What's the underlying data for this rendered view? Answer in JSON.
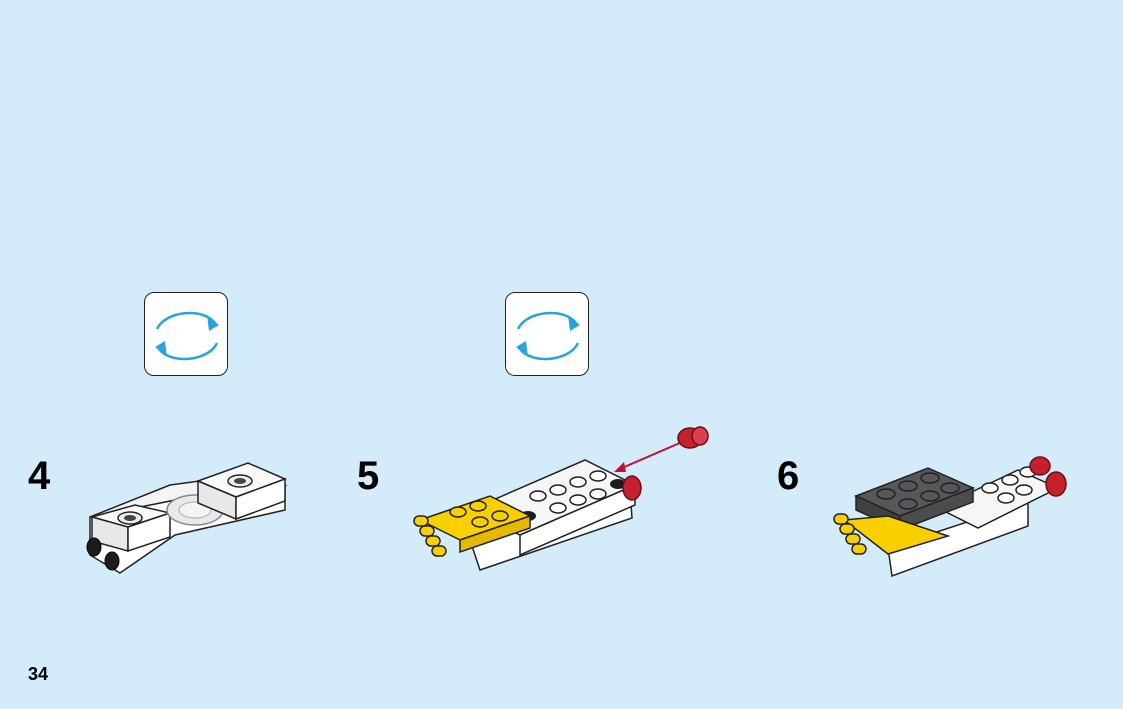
{
  "page": {
    "number": "34",
    "background": "#d4ecfa"
  },
  "rotate_callouts": [
    {
      "icon": "rotate-model-icon",
      "arrow_color": "#2aa3db"
    },
    {
      "icon": "rotate-model-icon",
      "arrow_color": "#2aa3db"
    }
  ],
  "steps": [
    {
      "number": "4",
      "illustration": "white-plate-chassis-with-turntable"
    },
    {
      "number": "5",
      "illustration": "yellow-plate-added-red-stud-attaching"
    },
    {
      "number": "6",
      "illustration": "dark-grey-plate-added-on-top"
    }
  ],
  "colors": {
    "brick_white": "#ffffff",
    "brick_yellow": "#f8d000",
    "brick_dark_grey": "#555759",
    "brick_black": "#1c1c1c",
    "brick_trans_red": "#c4202e",
    "arrow_red": "#c8102e"
  }
}
